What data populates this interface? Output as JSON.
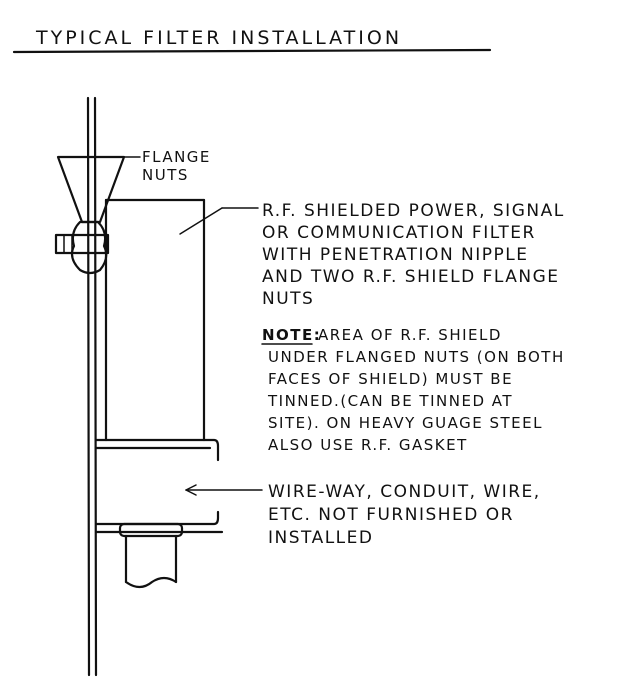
{
  "title": "TYPICAL FILTER INSTALLATION",
  "labels": {
    "flange_nuts": [
      "FLANGE",
      "NUTS"
    ],
    "filter": [
      "R.F. SHIELDED POWER, SIGNAL",
      "OR COMMUNICATION FILTER",
      "WITH PENETRATION NIPPLE",
      "AND TWO R.F. SHIELD FLANGE",
      "NUTS"
    ],
    "note_heading": "NOTE:",
    "note": [
      "AREA OF R.F. SHIELD",
      "UNDER FLANGED NUTS (ON BOTH",
      "FACES OF SHIELD) MUST BE",
      "TINNED.(CAN BE TINNED AT",
      "SITE). ON HEAVY GUAGE STEEL",
      "ALSO USE R.F. GASKET"
    ],
    "wireway": [
      "WIRE-WAY, CONDUIT, WIRE,",
      "ETC. NOT FURNISHED OR",
      "INSTALLED"
    ]
  }
}
